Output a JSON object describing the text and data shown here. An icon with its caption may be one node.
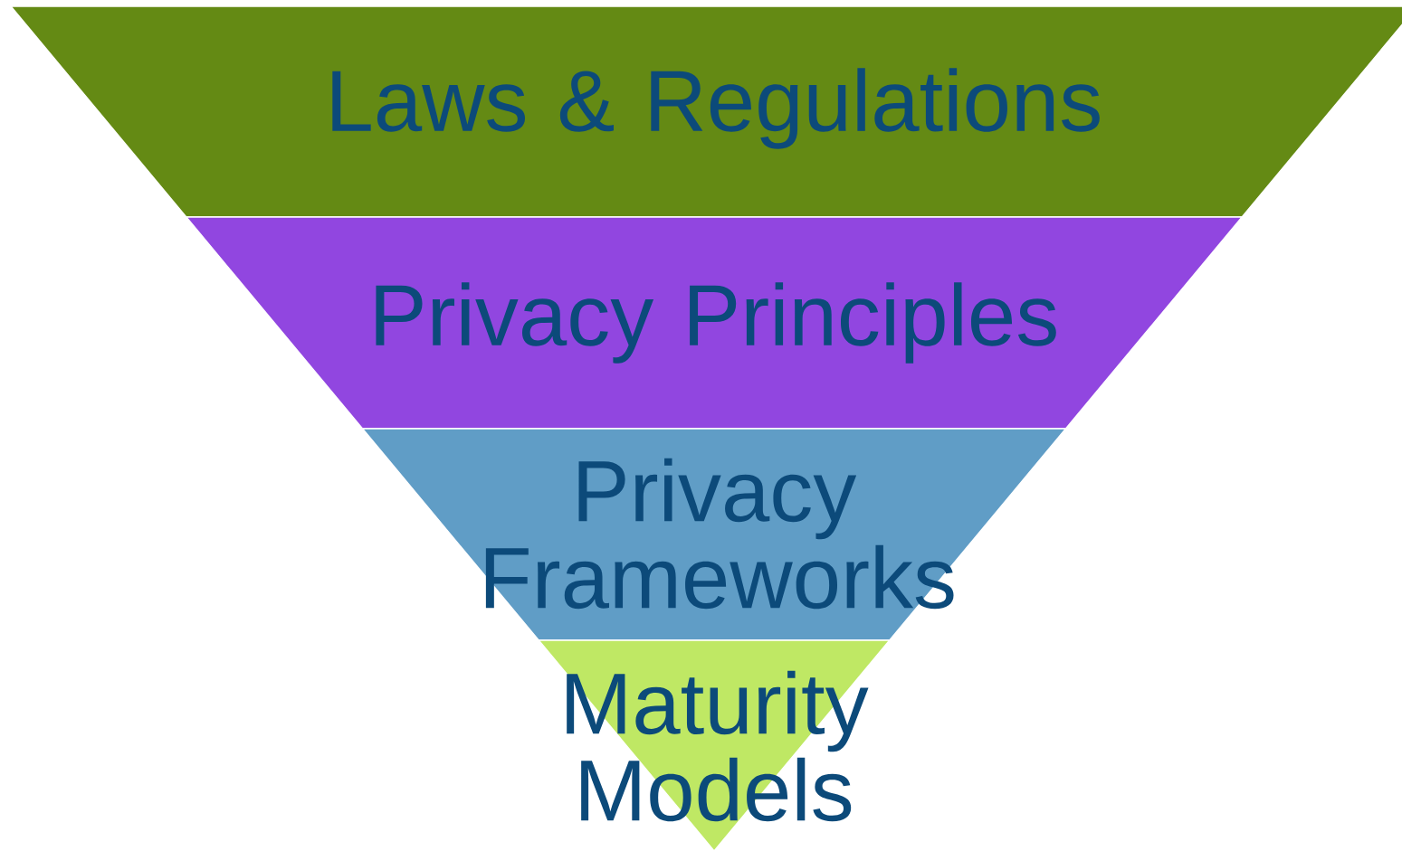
{
  "diagram": {
    "nodes": [
      {
        "text": [
          "Laws & Regulations"
        ]
      },
      {
        "text": [
          "Privacy Principles"
        ]
      },
      {
        "text": [
          "Privacy Frameworks"
        ]
      },
      {
        "text": [
          "Maturity Models"
        ]
      }
    ]
  }
}
